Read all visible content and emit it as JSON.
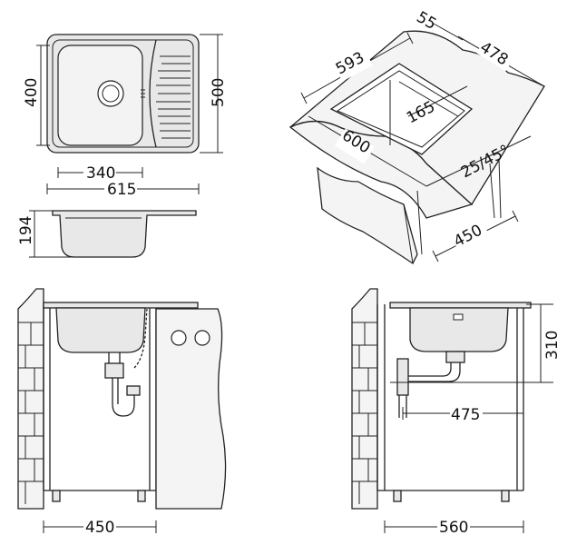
{
  "dimensions": {
    "top_depth": "400",
    "top_height": "500",
    "bowl_width": "340",
    "overall_width": "615",
    "bowl_depth": "194",
    "cutout_inner_width": "593",
    "cutout_top_offset": "55",
    "cutout_depth": "478",
    "drainer_offset": "165",
    "cutout_width": "600",
    "angle": "25/45°",
    "cabinet_depth": "450",
    "front_cabinet_width": "450",
    "mounting_height": "310",
    "drain_offset": "475",
    "side_cabinet_width": "560"
  },
  "colors": {
    "line": "#222222",
    "steel": "#e8e8e8",
    "wall": "#f4f4f4"
  }
}
